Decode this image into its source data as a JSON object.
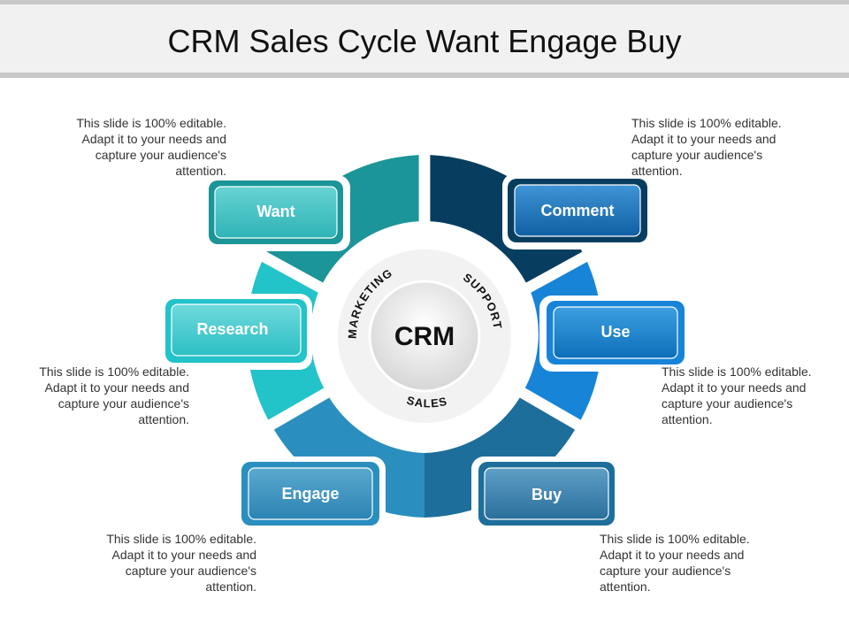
{
  "title": "CRM Sales Cycle Want Engage Buy",
  "center": {
    "label": "CRM"
  },
  "ring_labels": {
    "marketing": "MARKETING",
    "support": "SUPPORT",
    "sales": "SALES"
  },
  "stages": [
    {
      "label": "Want",
      "color": "#1b9598"
    },
    {
      "label": "Research",
      "color": "#22c3c9"
    },
    {
      "label": "Engage",
      "color": "#2a8fbf"
    },
    {
      "label": "Buy",
      "color": "#1d6e9a"
    },
    {
      "label": "Use",
      "color": "#1784d8"
    },
    {
      "label": "Comment",
      "color": "#073e60"
    }
  ],
  "descriptions": {
    "want": "This slide is 100% editable. Adapt it to your needs and capture your audience's attention.",
    "research": "This slide is 100% editable. Adapt it to your needs and capture your audience's attention.",
    "engage": "This slide is 100% editable. Adapt it to your needs and capture your audience's attention.",
    "comment": "This slide is 100% editable. Adapt it to your needs and capture your audience's attention.",
    "use": "This slide is 100% editable. Adapt it to your needs and capture your audience's attention.",
    "buy": "This slide is 100% editable. Adapt it to your needs and capture your audience's attention."
  }
}
